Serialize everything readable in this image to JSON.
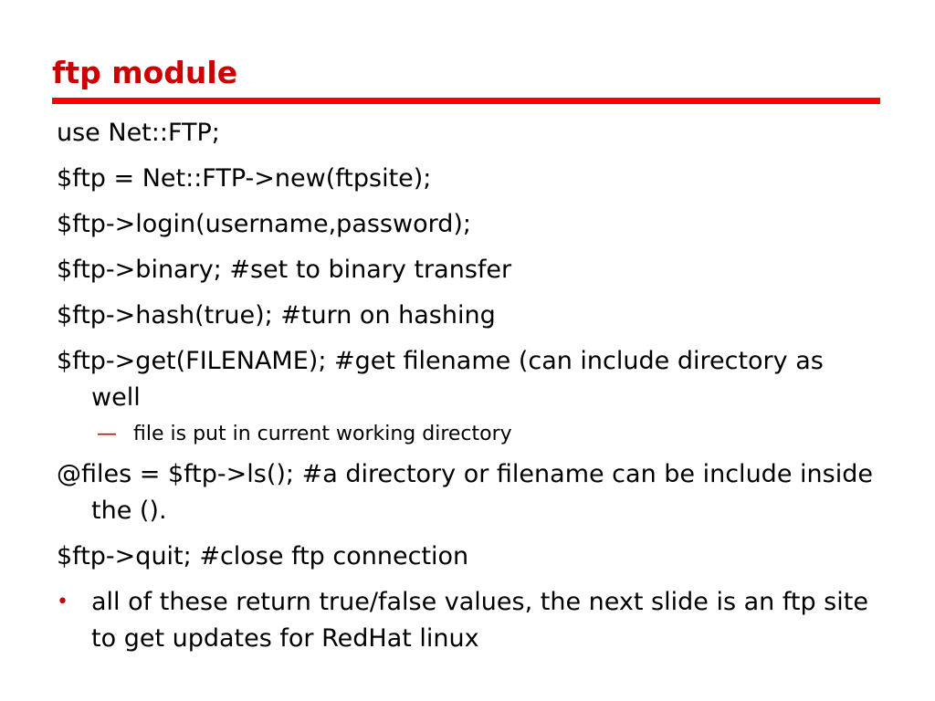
{
  "slide": {
    "title": "ftp module",
    "lines": [
      "use Net::FTP;",
      "$ftp = Net::FTP->new(ftpsite);",
      "$ftp->login(username,password);",
      "$ftp->binary; #set to binary transfer",
      "$ftp->hash(true); #turn on hashing",
      "$ftp->get(FILENAME); #get filename (can include directory as well",
      "@files = $ftp->ls(); #a directory or filename can be include inside the ().",
      "$ftp->quit; #close ftp connection"
    ],
    "sub_item": {
      "marker": "—",
      "text": "file is put in current working directory"
    },
    "bullet_item": {
      "marker": "•",
      "text": "all of these return true/false values, the next slide is an ftp site to get updates for RedHat linux"
    },
    "colors": {
      "title": "#cc0000",
      "rule": "#ff0000",
      "marker": "#cc0000"
    }
  }
}
